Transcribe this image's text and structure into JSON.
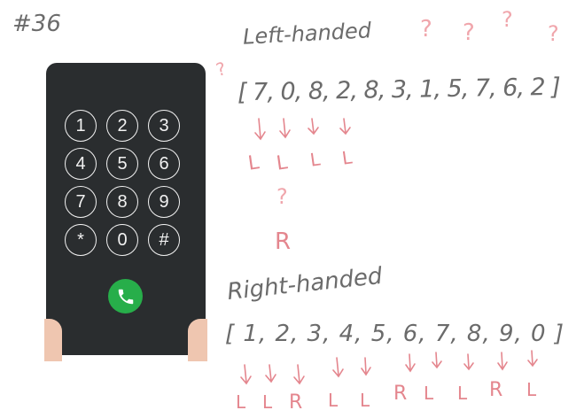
{
  "page_number": "#36",
  "left_handed": {
    "title": "Left-handed",
    "question_marks": [
      "?",
      "?",
      "?",
      "?",
      "?"
    ],
    "sequence": "[ 7, 0, 8, 2, 8, 3, 1, 5, 7, 6, 2 ]",
    "answers": [
      "L",
      "L",
      "L",
      "L"
    ],
    "uncertain": "?",
    "guess": "R"
  },
  "right_handed": {
    "title": "Right-handed",
    "sequence": "[ 1, 2, 3, 4, 5, 6, 7, 8, 9, 0 ]",
    "answers": [
      "L",
      "L",
      "R",
      "L",
      "L",
      "R",
      "L",
      "L",
      "R",
      "L"
    ]
  },
  "phone": {
    "keys": [
      "1",
      "2",
      "3",
      "4",
      "5",
      "6",
      "7",
      "8",
      "9",
      "*",
      "0",
      "#"
    ],
    "call_icon": "phone-handset-icon"
  },
  "colors": {
    "phone_body": "#2a2d2f",
    "key_outline": "#f2f2f2",
    "call_button": "#27ae4a",
    "skin": "#efc6b0",
    "ink_gray": "#6b6b6b",
    "ink_red": "#e4868e"
  }
}
